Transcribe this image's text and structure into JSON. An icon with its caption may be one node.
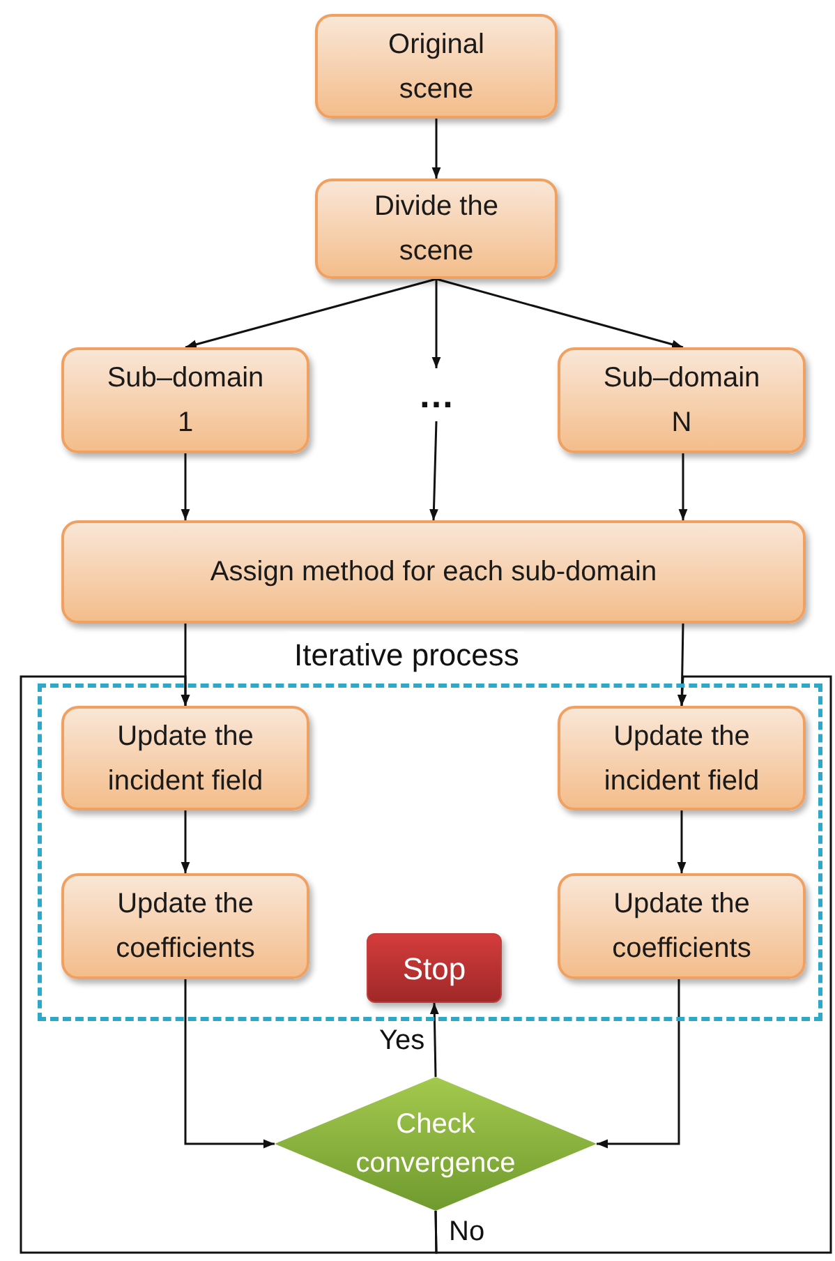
{
  "diagram": {
    "nodes": [
      {
        "text": [
          "Original scene"
        ]
      },
      {
        "text": [
          "Divide the scene"
        ]
      },
      {
        "text": [
          "Sub–domain 1"
        ]
      },
      {
        "text": [
          "…"
        ]
      },
      {
        "text": [
          "Sub–domain N"
        ]
      },
      {
        "text": [
          "Assign method for each sub-domain"
        ]
      },
      {
        "text": [
          "Iterative process"
        ]
      },
      {
        "text": [
          "Update the incident field"
        ],
        "in": 6
      },
      {
        "text": [
          "Update the coefficients"
        ],
        "in": 6
      },
      {
        "text": [
          "Stop"
        ],
        "in": 6
      },
      {
        "text": [
          "Update the incident field"
        ],
        "in": 6
      },
      {
        "text": [
          "Update the coefficients"
        ],
        "in": 6
      },
      {
        "text": [
          "Check convergence"
        ]
      }
    ],
    "edges": [
      {
        "from": 0,
        "to": 1,
        "arrow": "to"
      },
      {
        "from": 1,
        "to": 2,
        "arrow": "to"
      },
      {
        "from": 1,
        "to": 3,
        "arrow": "to"
      },
      {
        "from": 1,
        "to": 4,
        "arrow": "to"
      },
      {
        "from": 2,
        "to": 5,
        "arrow": "to"
      },
      {
        "from": 3,
        "to": 5,
        "arrow": "to"
      },
      {
        "from": 4,
        "to": 5,
        "arrow": "to"
      },
      {
        "from": 5,
        "to": 7,
        "arrow": "to"
      },
      {
        "from": 5,
        "to": 10,
        "arrow": "to"
      },
      {
        "from": 7,
        "to": 8,
        "arrow": "to"
      },
      {
        "from": 10,
        "to": 11,
        "arrow": "to"
      },
      {
        "from": 8,
        "to": 12,
        "arrow": "to"
      },
      {
        "from": 11,
        "to": 12,
        "arrow": "to"
      },
      {
        "from": 12,
        "to": 9,
        "label": "Yes",
        "arrow": "to"
      },
      {
        "from": 12,
        "to": 7,
        "label": "No",
        "arrow": "to"
      },
      {
        "from": 12,
        "to": 10,
        "arrow": "to"
      }
    ]
  }
}
